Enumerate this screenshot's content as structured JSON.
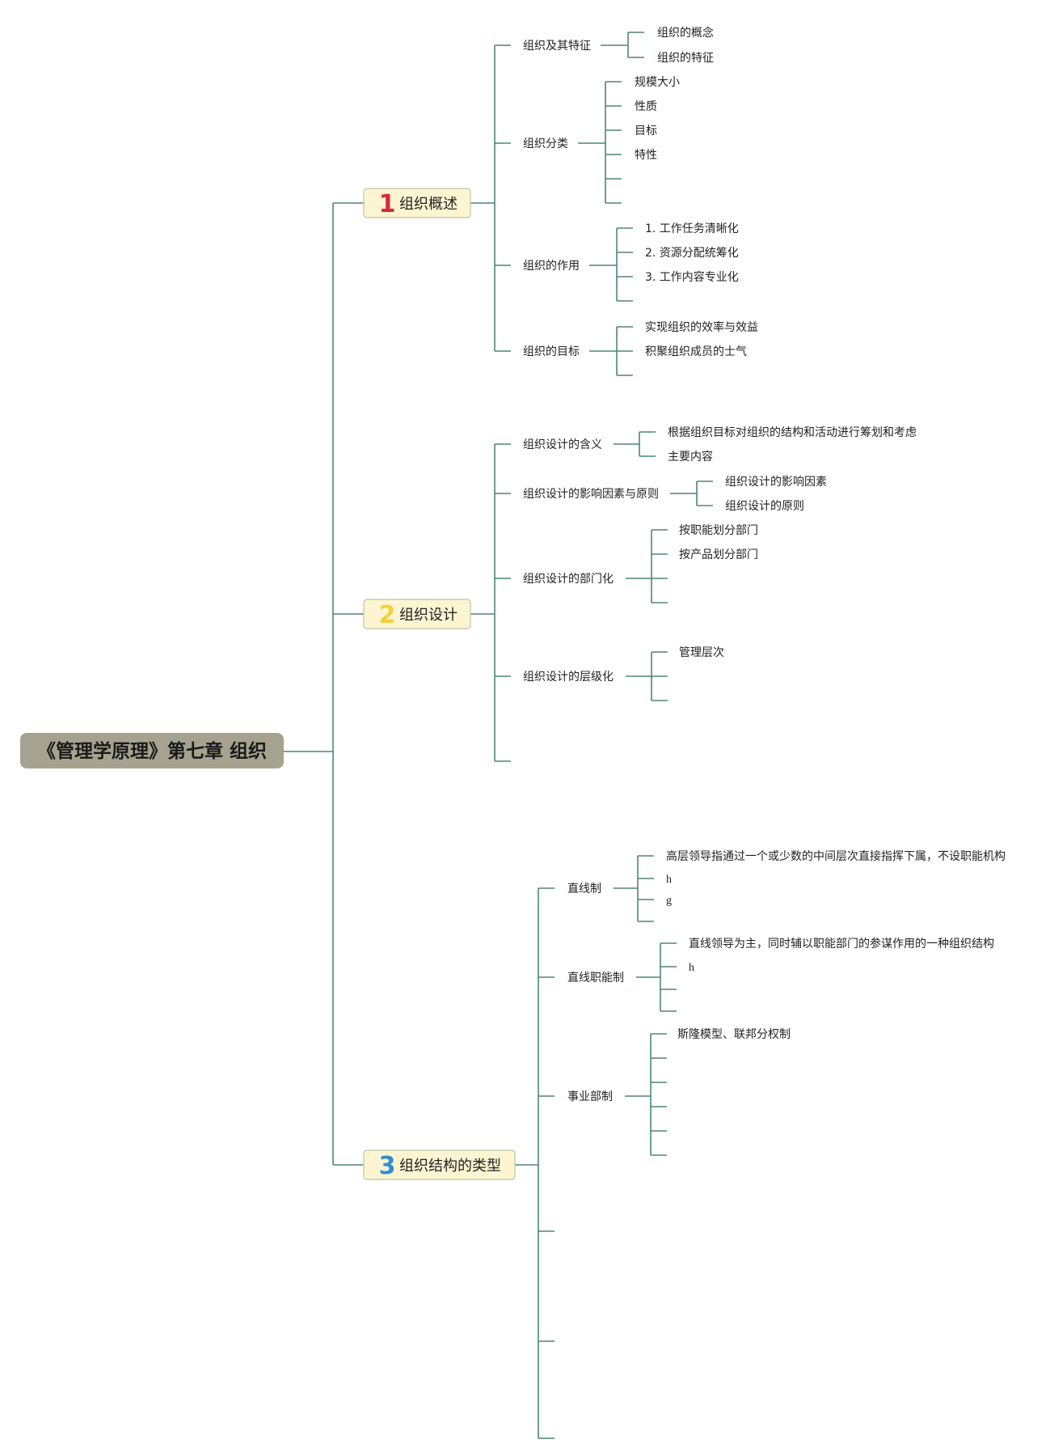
{
  "colors": {
    "line": "#4e8575",
    "root_fill": "#a5a38f",
    "branch_fill": "#fdf5d2",
    "branch_stroke": "#b9c8a2",
    "num_1": "#d42c36",
    "num_2": "#f3cf3f",
    "num_3": "#2d8fd0"
  },
  "root": {
    "label": "《管理学原理》第七章 组织"
  },
  "branches": [
    {
      "num": "1",
      "label": "组织概述",
      "children": [
        {
          "label": "组织及其特征",
          "children": [
            "组织的概念",
            "组织的特征"
          ]
        },
        {
          "label": "组织分类",
          "children": [
            "规模大小",
            "性质",
            "目标",
            "特性",
            "",
            ""
          ]
        },
        {
          "label": "组织的作用",
          "children": [
            "1. 工作任务清晰化",
            "2. 资源分配统筹化",
            "3. 工作内容专业化",
            ""
          ]
        },
        {
          "label": "组织的目标",
          "children": [
            "实现组织的效率与效益",
            "积聚组织成员的士气",
            ""
          ]
        }
      ]
    },
    {
      "num": "2",
      "label": "组织设计",
      "children": [
        {
          "label": "组织设计的含义",
          "children": [
            "根据组织目标对组织的结构和活动进行筹划和考虑",
            "主要内容"
          ]
        },
        {
          "label": "组织设计的影响因素与原则",
          "children": [
            "组织设计的影响因素",
            "组织设计的原则"
          ]
        },
        {
          "label": "组织设计的部门化",
          "children": [
            "按职能划分部门",
            "按产品划分部门",
            "",
            "",
            ""
          ]
        },
        {
          "label": "组织设计的层级化",
          "children": [
            "管理层次",
            "",
            ""
          ]
        },
        {
          "label": "",
          "children": []
        }
      ]
    },
    {
      "num": "3",
      "label": "组织结构的类型",
      "children": [
        {
          "label": "直线制",
          "children": [
            "高层领导指通过一个或少数的中间层次直接指挥下属，不设职能机构",
            "h",
            "g",
            ""
          ]
        },
        {
          "label": "直线职能制",
          "children": [
            "直线领导为主，同时辅以职能部门的参谋作用的一种组织结构",
            "h",
            "",
            ""
          ]
        },
        {
          "label": "事业部制",
          "children": [
            "斯隆模型、联邦分权制",
            "",
            "",
            "",
            "",
            ""
          ]
        },
        {
          "label": "",
          "children": []
        },
        {
          "label": "",
          "children": []
        },
        {
          "label": "",
          "children": []
        }
      ]
    }
  ]
}
